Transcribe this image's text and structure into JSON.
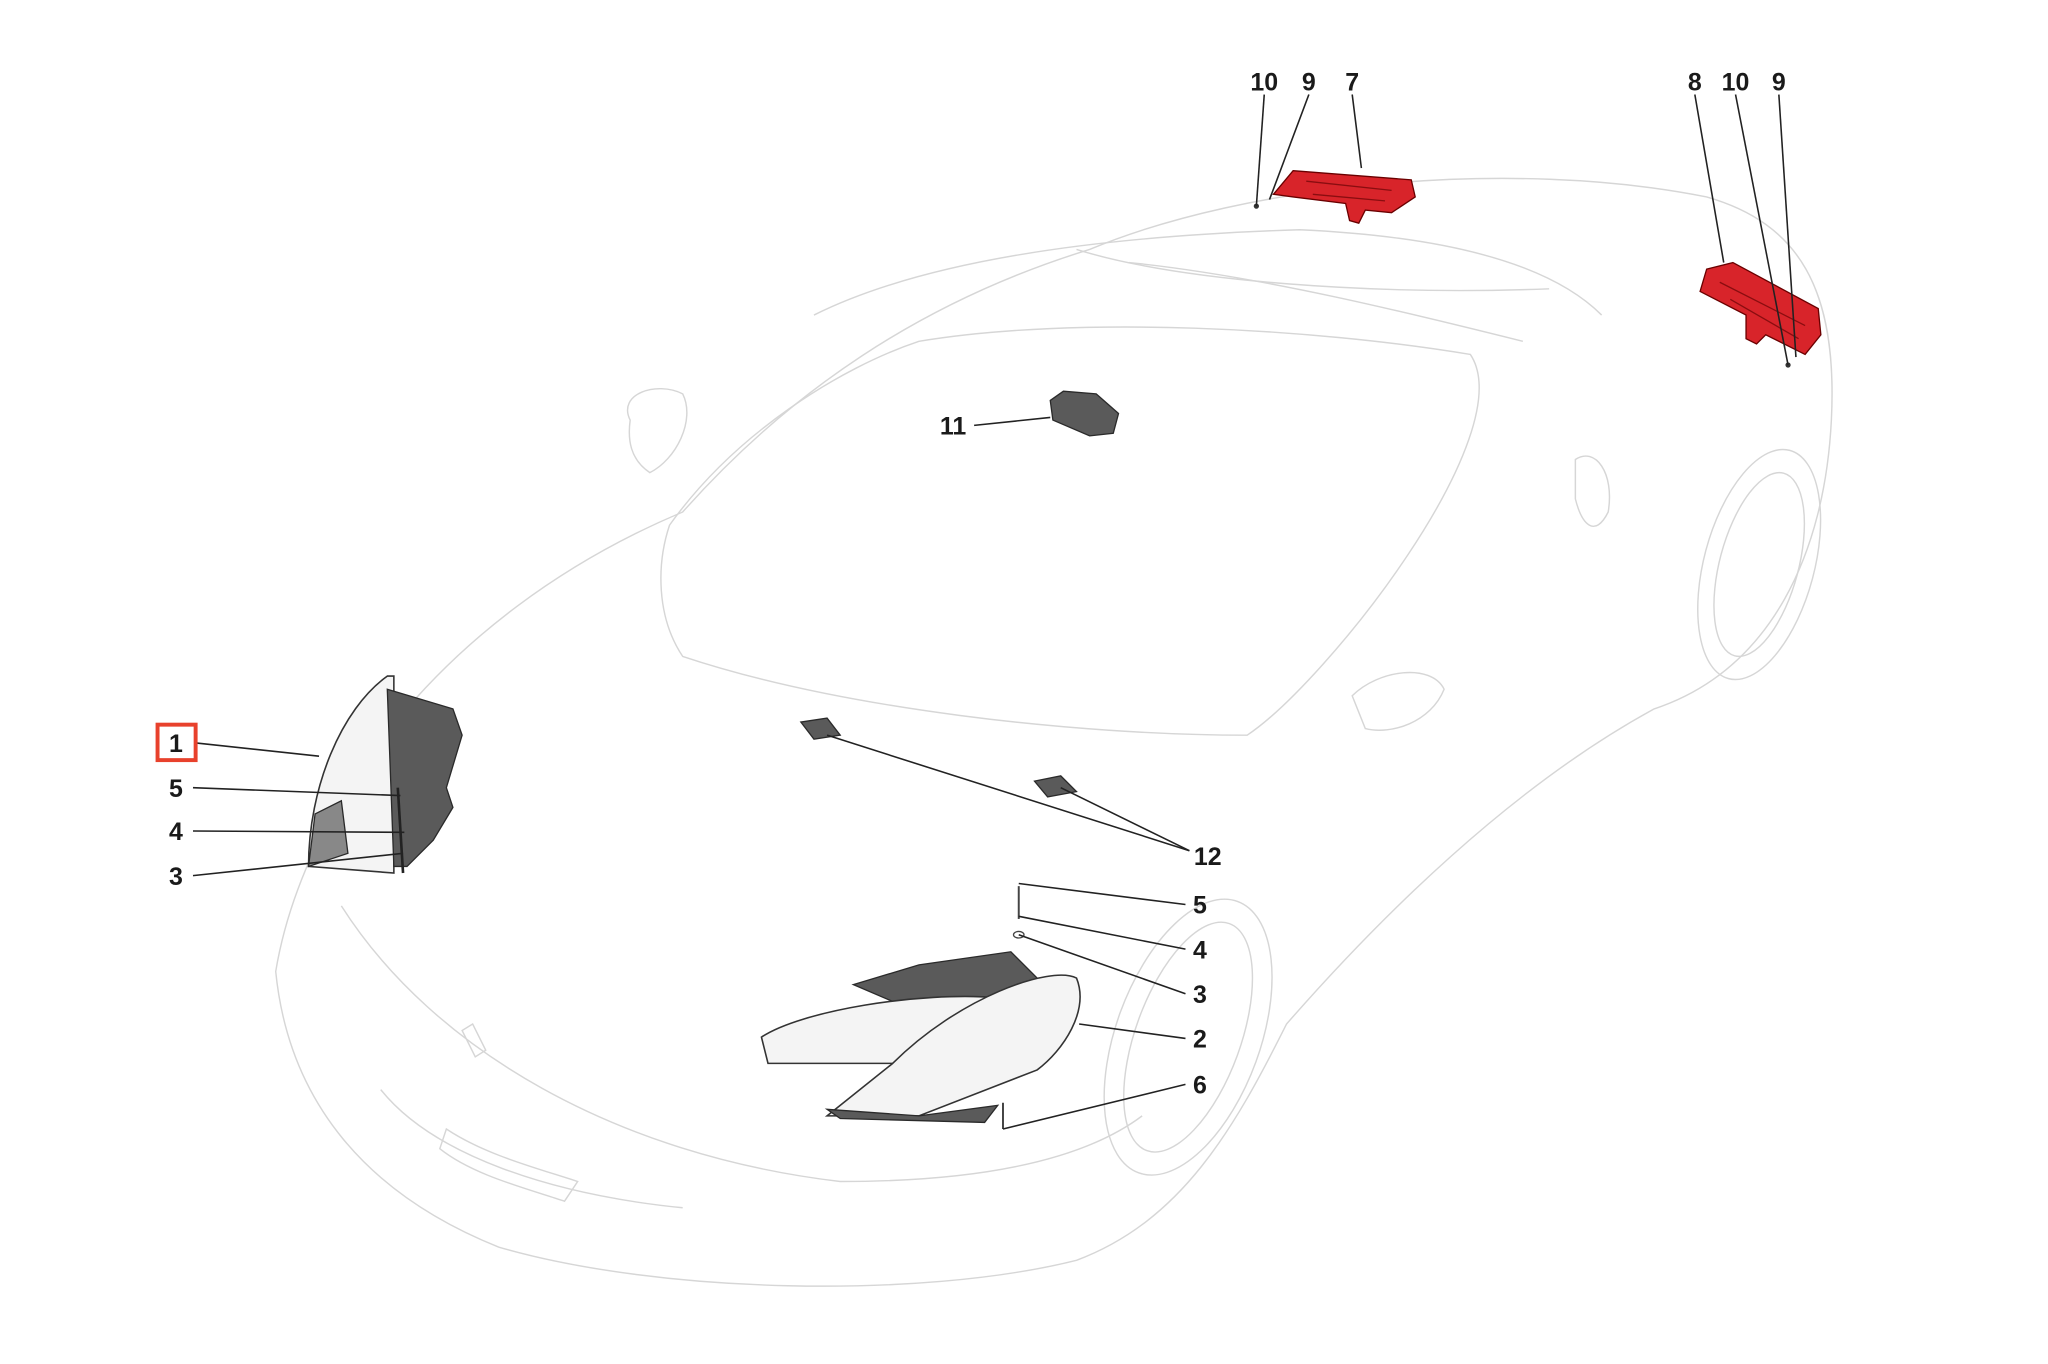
{
  "diagram": {
    "highlight_color": "#e8412c",
    "tail_light_color": "#d8242a",
    "selected_part": "1",
    "labels": {
      "left_headlight": {
        "part": "1",
        "screw": "5",
        "washer": "4",
        "spacer": "3"
      },
      "rear_left": {
        "nut": "10",
        "screw": "9",
        "lamp": "7"
      },
      "rear_right": {
        "lamp": "8",
        "nut": "10",
        "screw": "9"
      },
      "roof_lamp": "11",
      "sensors": "12",
      "right_headlight": {
        "screw": "5",
        "washer": "4",
        "spacer": "3",
        "part": "2",
        "bottom_screw": "6"
      }
    }
  }
}
